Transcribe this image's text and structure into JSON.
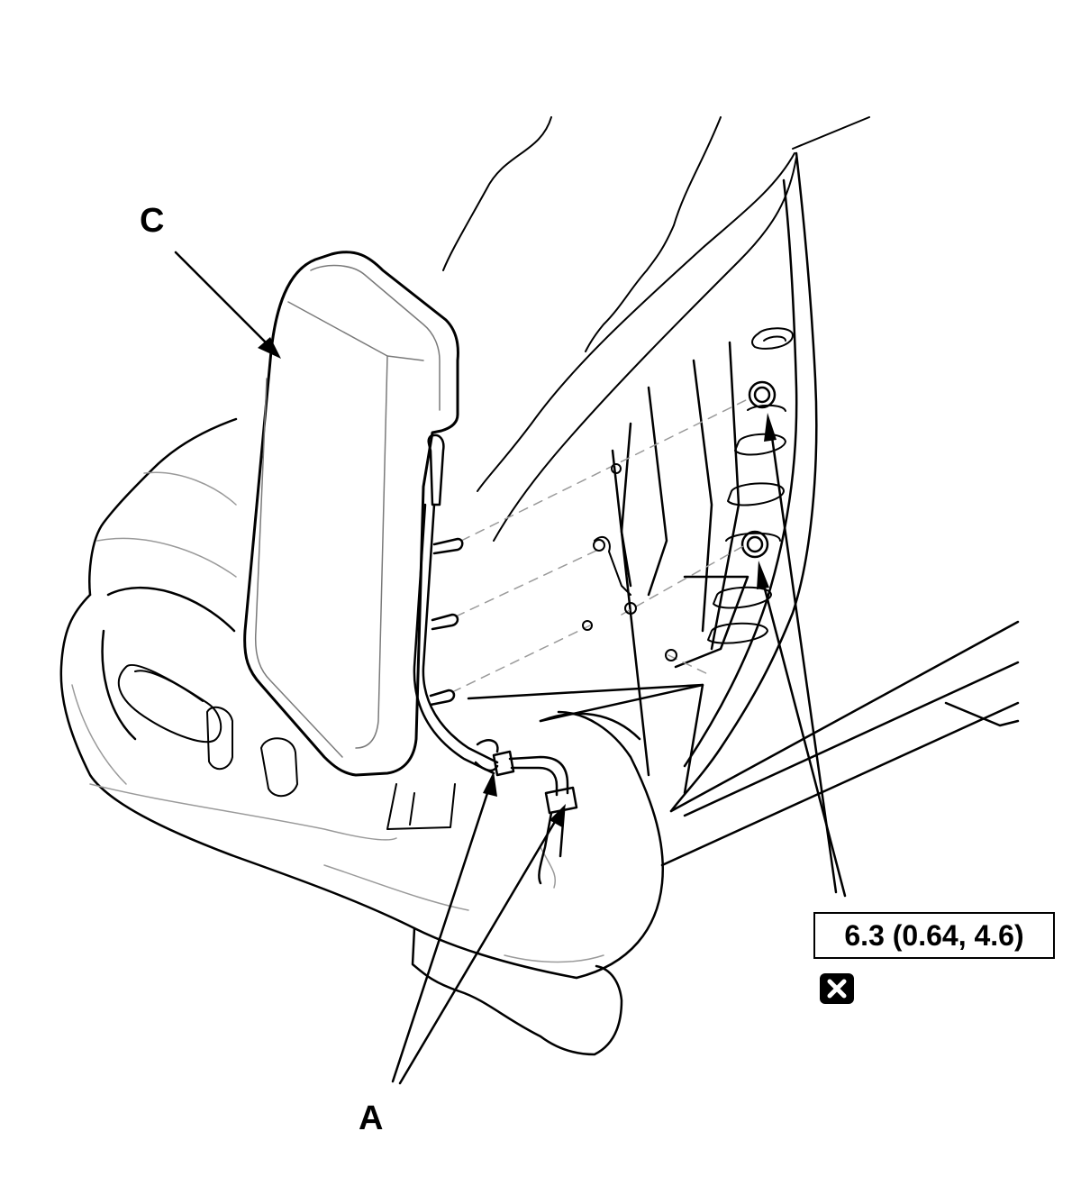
{
  "callouts": {
    "c": "C",
    "a": "A"
  },
  "torque_spec": "6.3 (0.64, 4.6)",
  "icons": {
    "replace": "replace-part-icon"
  },
  "colors": {
    "line": "#000000",
    "light_line": "#9a9a9a",
    "background": "#ffffff"
  }
}
